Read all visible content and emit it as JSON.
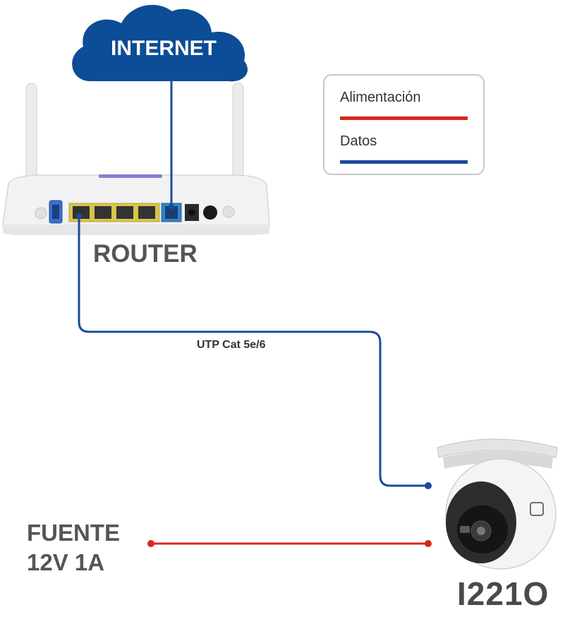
{
  "cloud": {
    "label": "INTERNET"
  },
  "router": {
    "label": "ROUTER"
  },
  "cable": {
    "label": "UTP Cat 5e/6"
  },
  "power_source": {
    "line1": "FUENTE",
    "line2": "12V 1A"
  },
  "camera": {
    "model": "I221O"
  },
  "legend": {
    "items": [
      {
        "label": "Alimentación",
        "color": "#d9261c"
      },
      {
        "label": "Datos",
        "color": "#1c4a9c"
      }
    ]
  },
  "colors": {
    "data": "#1c4a9c",
    "power": "#d9261c",
    "cloud": "#0d4c96"
  }
}
